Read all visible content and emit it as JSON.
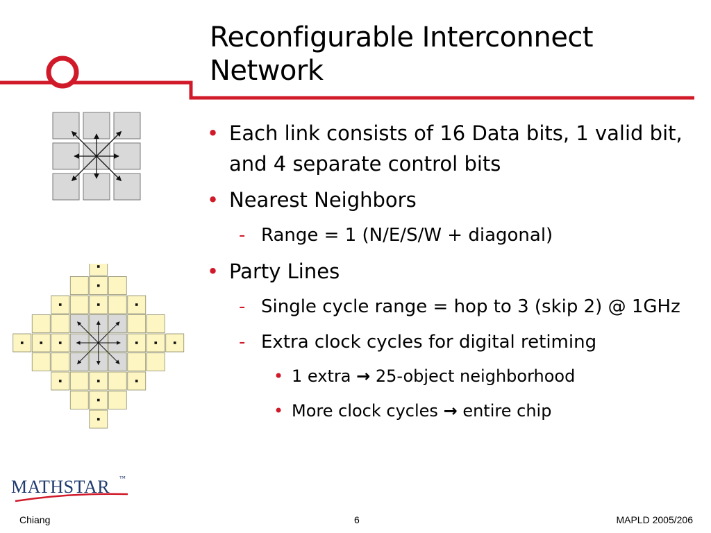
{
  "slide": {
    "title_lines": [
      "Reconfigurable Interconnect",
      "Network"
    ],
    "bullets": [
      {
        "level": 1,
        "marker": "•",
        "text": "Each link consists of 16 Data bits, 1 valid bit, and 4 separate control bits"
      },
      {
        "level": 1,
        "marker": "•",
        "text": "Nearest Neighbors"
      },
      {
        "level": 2,
        "marker": "-",
        "text": "Range = 1 (N/E/S/W + diagonal)"
      },
      {
        "level": 1,
        "marker": "•",
        "text": "Party Lines"
      },
      {
        "level": 2,
        "marker": "-",
        "text": "Single cycle range = hop to 3 (skip 2) @ 1GHz"
      },
      {
        "level": 2,
        "marker": "-",
        "text": "Extra clock cycles for digital retiming"
      },
      {
        "level": 3,
        "marker": "•",
        "text_before": "1 extra",
        "arrow": "→",
        "text_after": "25-object neighborhood"
      },
      {
        "level": 3,
        "marker": "•",
        "text_before": "More clock cycles",
        "arrow": "→",
        "text_after": "entire chip"
      }
    ]
  },
  "logo": {
    "text": "MATHSTAR",
    "tm": "™"
  },
  "footer": {
    "left": "Chiang",
    "center": "6",
    "right": "MAPLD 2005/206"
  },
  "colors": {
    "accent_red": "#d01a2a",
    "cell_gray": "#d9d9d9",
    "cell_yellow": "#fdf6c3",
    "logo_blue": "#1f3a6e"
  }
}
